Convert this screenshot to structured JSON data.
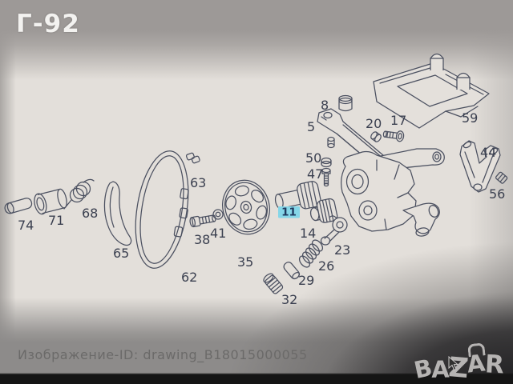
{
  "header": {
    "code": "Г-92"
  },
  "footer": {
    "image_id": "Изображение-ID: drawing_B18015000055"
  },
  "watermark": {
    "brand": "BAZAR",
    "letters": [
      "B",
      "A",
      "Z",
      "A",
      "R"
    ]
  },
  "diagram": {
    "highlighted_part": "11",
    "highlight_color": "#85d6e8",
    "labels": {
      "l5": "5",
      "l8": "8",
      "l11": "11",
      "l14": "14",
      "l17": "17",
      "l20": "20",
      "l23": "23",
      "l26": "26",
      "l29": "29",
      "l32": "32",
      "l35": "35",
      "l38": "38",
      "l41": "41",
      "l44": "44",
      "l47": "47",
      "l50": "50",
      "l56": "56",
      "l59": "59",
      "l62": "62",
      "l63": "63",
      "l65": "65",
      "l68": "68",
      "l71": "71",
      "l74": "74"
    }
  }
}
